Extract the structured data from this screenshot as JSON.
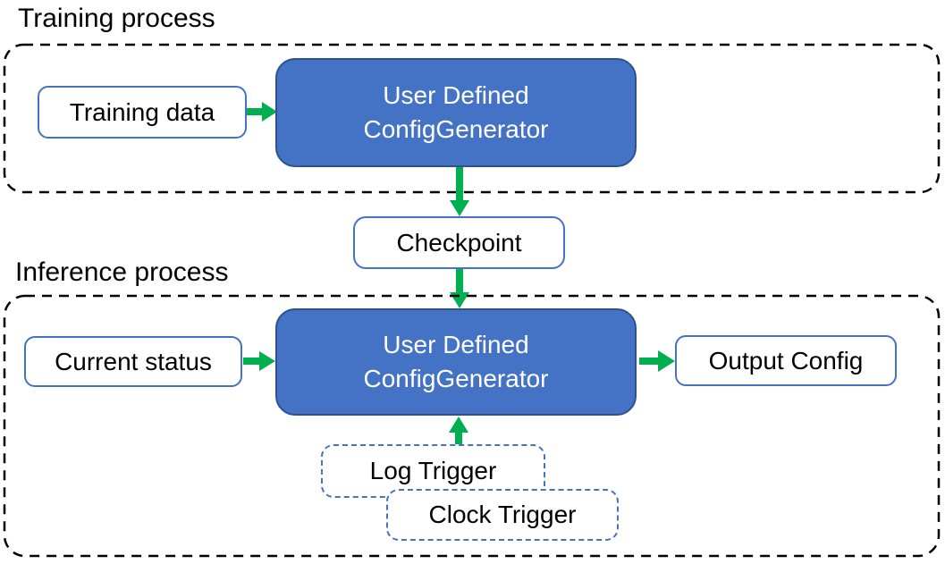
{
  "colors": {
    "generator_fill": "#4472C4",
    "generator_border": "#2F528F",
    "box_outline": "#4472C4",
    "arrow_green": "#00B050",
    "container_dash": "#000000",
    "text_dark": "#000000",
    "text_light": "#FFFFFF",
    "canvas_bg": "#FFFFFF"
  },
  "training": {
    "title": "Training process",
    "input_label": "Training data",
    "generator": {
      "line1": "User Defined",
      "line2": "ConfigGenerator"
    }
  },
  "checkpoint": {
    "label": "Checkpoint"
  },
  "inference": {
    "title": "Inference process",
    "input_label": "Current status",
    "generator": {
      "line1": "User Defined",
      "line2": "ConfigGenerator"
    },
    "output_label": "Output Config",
    "triggers": {
      "log": "Log Trigger",
      "clock": "Clock Trigger"
    }
  }
}
